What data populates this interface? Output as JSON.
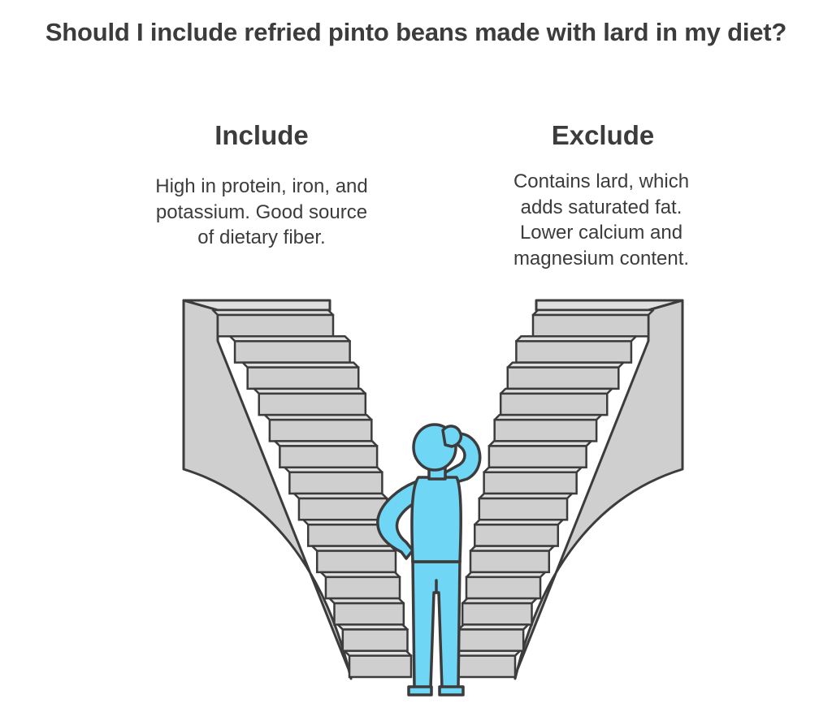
{
  "title": "Should I include refried pinto beans made with lard in my diet?",
  "options": {
    "include": {
      "heading": "Include",
      "lines": [
        "High in protein, iron, and",
        "potassium. Good source",
        "of dietary fiber."
      ]
    },
    "exclude": {
      "heading": "Exclude",
      "lines": [
        "Contains lard, which",
        "adds saturated fat.",
        "Lower calcium and",
        "magnesium content."
      ]
    }
  },
  "colors": {
    "stair_fill": "#cfcfcf",
    "stair_top": "#e0e0e0",
    "outline": "#3c3c3c",
    "person": "#6fd6f5"
  }
}
